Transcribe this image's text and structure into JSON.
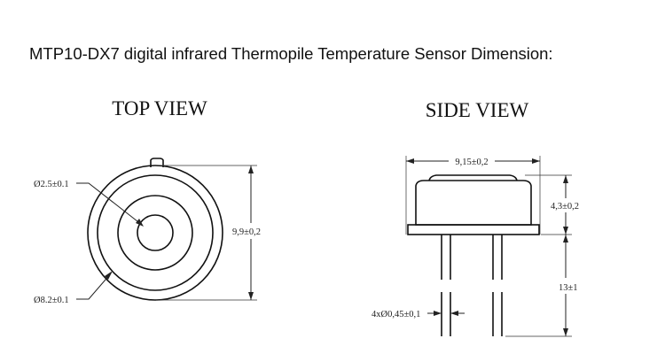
{
  "title": "MTP10-DX7 digital infrared Thermopile Temperature Sensor Dimension:",
  "top_view": {
    "heading": "TOP VIEW",
    "window_diameter": "Ø2.5±0.1",
    "body_diameter": "Ø8.2±0.1",
    "overall_diameter": "9,9±0,2"
  },
  "side_view": {
    "heading": "SIDE VIEW",
    "width": "9,15±0,2",
    "height": "4,3±0,2",
    "lead_length": "13±1",
    "lead_diameter": "4xØ0,45±0,1"
  }
}
